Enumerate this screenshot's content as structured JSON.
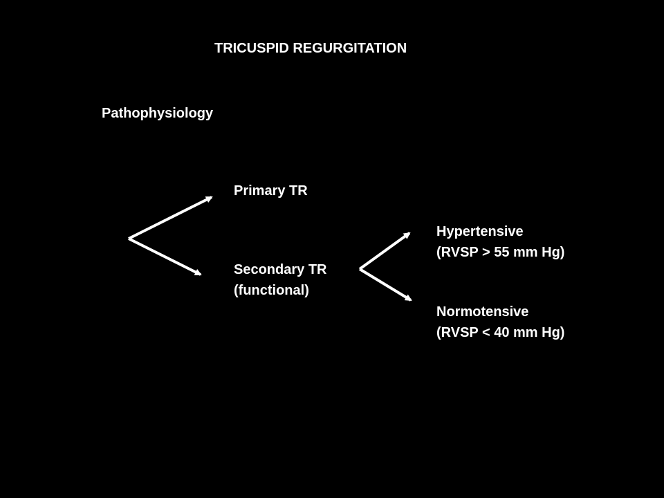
{
  "slide": {
    "title": "TRICUSPID REGURGITATION",
    "subtitle": "Pathophysiology"
  },
  "diagram": {
    "branch_a": {
      "label": "Primary TR"
    },
    "branch_b": {
      "label_line1": "Secondary TR",
      "label_line2": "(functional)",
      "children": [
        {
          "line1": "Hypertensive",
          "line2": "(RVSP > 55 mm Hg)"
        },
        {
          "line1": "Normotensive",
          "line2": "(RVSP < 40 mm Hg)"
        }
      ]
    }
  },
  "colors": {
    "background": "#000000",
    "text": "#ffffff",
    "arrows": "#ffffff"
  }
}
